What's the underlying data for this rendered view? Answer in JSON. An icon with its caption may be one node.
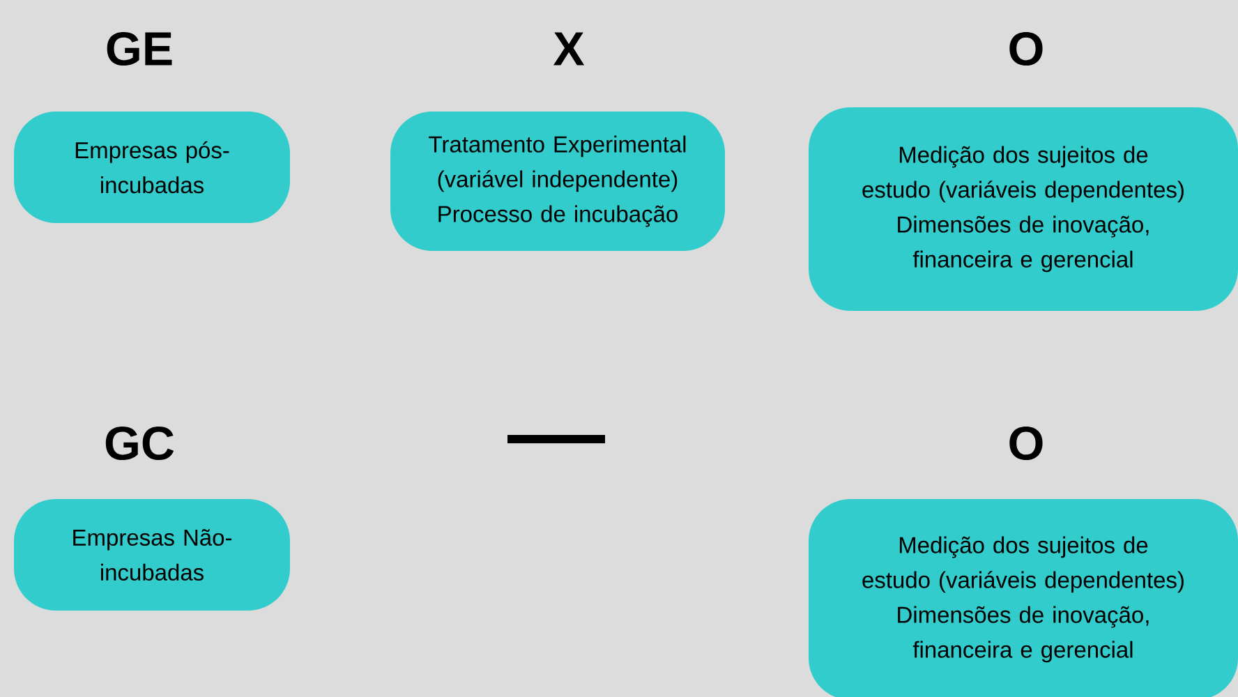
{
  "diagram": {
    "nodes": [
      {
        "text": [
          "Empresas pós-incubadas"
        ]
      },
      {
        "text": [
          "Tratamento Experimental (variável independente)",
          "Processo de incubação"
        ]
      },
      {
        "text": [
          "Medição dos sujeitos de estudo (variáveis dependentes)",
          "Dimensões de inovação, financeira e gerencial"
        ]
      },
      {
        "text": [
          "Empresas Não-incubadas"
        ]
      },
      {
        "text": [
          "Medição dos sujeitos de estudo (variáveis dependentes)",
          "Dimensões de inovação, financeira e gerencial"
        ]
      }
    ],
    "labels": [
      "GE",
      "X",
      "O",
      "GC",
      "O"
    ]
  }
}
